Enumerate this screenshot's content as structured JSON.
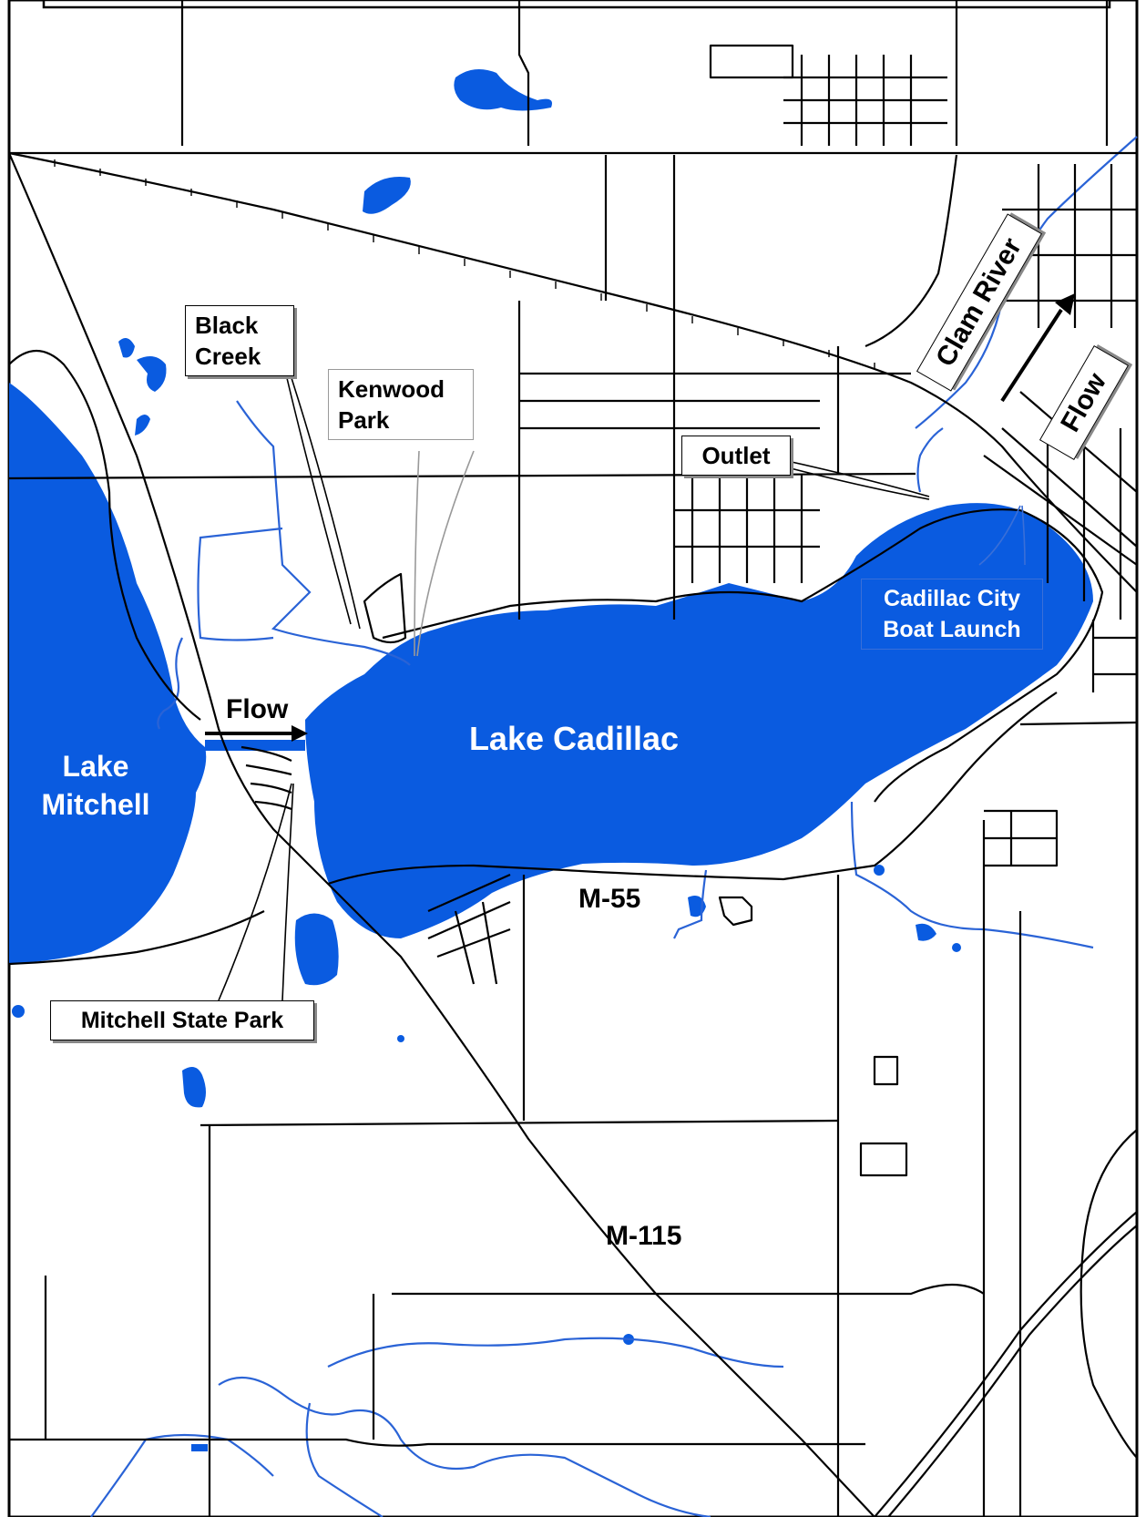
{
  "labels": {
    "black_creek": "Black\nCreek",
    "kenwood_park": "Kenwood\nPark",
    "outlet": "Outlet",
    "clam_river": "Clam River",
    "flow_east": "Flow",
    "flow_west": "Flow",
    "cadillac_boat_launch": "Cadillac City\nBoat Launch",
    "lake_cadillac": "Lake Cadillac",
    "lake_mitchell": "Lake\nMitchell",
    "mitchell_state_park": "Mitchell State Park",
    "m55": "M-55",
    "m115": "M-115"
  },
  "colors": {
    "water": "#0a5be0",
    "stream": "#2a63d6",
    "road": "#000000",
    "background": "#ffffff"
  }
}
